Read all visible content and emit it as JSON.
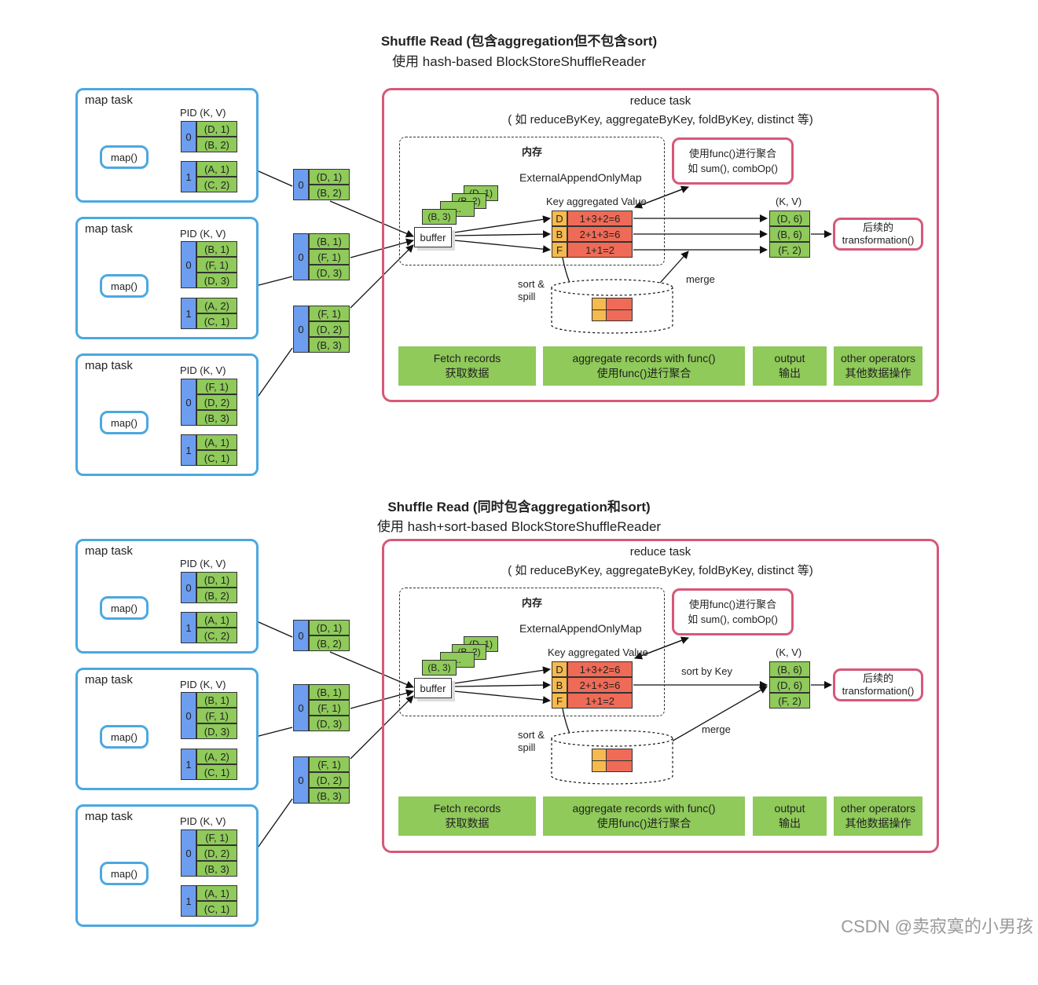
{
  "common": {
    "map_task_label": "map task",
    "map_fn_label": "map()",
    "pid_header": "PID  (K, V)",
    "reduce_task_title": "reduce task",
    "reduce_task_subtitle": "( 如 reduceByKey, aggregateByKey, foldByKey, distinct 等)",
    "memory_label": "内存",
    "eaom_label": "ExternalAppendOnlyMap",
    "key_agg_header": "Key aggregated Value",
    "func_box": [
      "使用func()进行聚合",
      "如 sum(), combOp()"
    ],
    "buffer_label": "buffer",
    "sort_spill_label": [
      "sort &",
      "spill"
    ],
    "merge_label": "merge",
    "kv_header": "(K, V)",
    "next_box": [
      "后续的",
      "transformation()"
    ],
    "stages": [
      {
        "line1": "Fetch records",
        "line2": "获取数据"
      },
      {
        "line1": "aggregate records with func()",
        "line2": "使用func()进行聚合"
      },
      {
        "line1": "output",
        "line2": "输出"
      },
      {
        "line1": "other operators",
        "line2": "其他数据操作"
      }
    ],
    "map_tasks": [
      {
        "p0": [
          "(D, 1)",
          "(B, 2)"
        ],
        "p1": [
          "(A, 1)",
          "(C, 2)"
        ]
      },
      {
        "p0": [
          "(B, 1)",
          "(F, 1)",
          "(D, 3)"
        ],
        "p1": [
          "(A, 2)",
          "(C, 1)"
        ]
      },
      {
        "p0": [
          "(F, 1)",
          "(D, 2)",
          "(B, 3)"
        ],
        "p1": [
          "(A, 1)",
          "(C, 1)"
        ]
      }
    ],
    "fetched": [
      [
        "(D, 1)",
        "(B, 2)"
      ],
      [
        "(B, 1)",
        "(F, 1)",
        "(D, 3)"
      ],
      [
        "(F, 1)",
        "(D, 2)",
        "(B, 3)"
      ]
    ],
    "pid_zero": "0",
    "pid_one": "1",
    "stack_records": [
      "(D, 1)",
      "(B, 2)",
      "...",
      "(B, 3)"
    ],
    "aggregated": [
      {
        "key": "D",
        "value": "1+3+2=6"
      },
      {
        "key": "B",
        "value": "2+1+3=6"
      },
      {
        "key": "F",
        "value": "1+1=2"
      }
    ],
    "colors": {
      "map_border": "#4ba8e0",
      "reduce_border": "#d7587a",
      "record": "#8fca5a",
      "pid": "#6d9dee",
      "key": "#f5b94d",
      "value": "#ef6b57"
    }
  },
  "diagram1": {
    "title": "Shuffle Read (包含aggregation但不包含sort)",
    "subtitle": "使用 hash-based BlockStoreShuffleReader",
    "output": [
      "(D, 6)",
      "(B, 6)",
      "(F, 2)"
    ]
  },
  "diagram2": {
    "title": "Shuffle Read (同时包含aggregation和sort)",
    "subtitle": "使用 hash+sort-based BlockStoreShuffleReader",
    "output": [
      "(B, 6)",
      "(D, 6)",
      "(F, 2)"
    ],
    "sort_by_key_label": "sort by Key"
  },
  "watermark": "CSDN @卖寂寞的小男孩"
}
